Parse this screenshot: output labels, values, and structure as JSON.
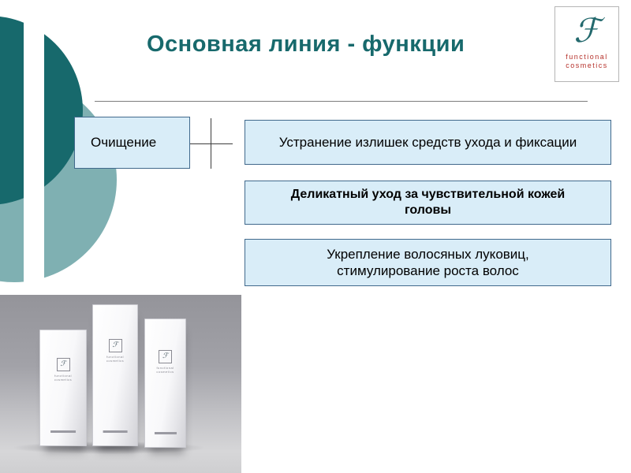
{
  "title": "Основная линия - функции",
  "logo": {
    "glyph": "ℱ",
    "word1": "functional",
    "word2": "cosmetics"
  },
  "diagram": {
    "cleansing": "Очищение",
    "removal": "Устранение излишек средств ухода и фиксации",
    "delicate_line1": "Деликатный уход за чувствительной кожей",
    "delicate_line2": "головы",
    "strengthen_line1": "Укрепление волосяных луковиц,",
    "strengthen_line2": "стимулирование роста волос"
  },
  "colors": {
    "teal_dark": "#17696c",
    "teal_light": "#7fb0b2",
    "box_fill": "#d9edf8",
    "box_border": "#41698c",
    "logo_red": "#b5302a"
  }
}
